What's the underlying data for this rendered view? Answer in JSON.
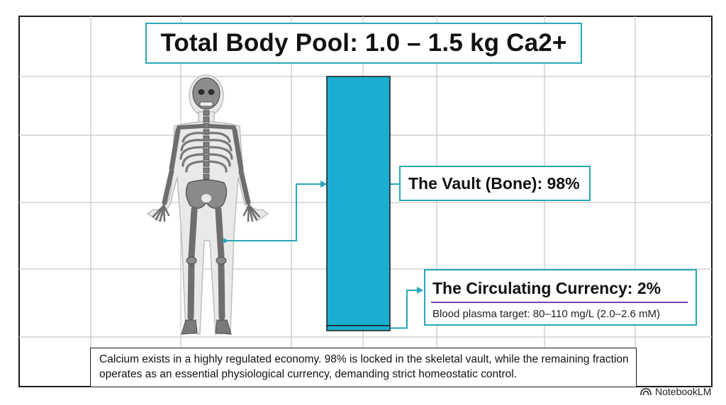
{
  "title": "Total Body Pool: 1.0 – 1.5 kg Ca2+",
  "vault_label": "The Vault (Bone): 98%",
  "circulating": {
    "label": "The Circulating Currency: 2%",
    "sublabel": "Blood plasma target: 80–110 mg/L (2.0–2.6 mM)"
  },
  "caption": "Calcium exists in a highly regulated economy. 98% is locked in the skeletal vault, while the remaining fraction operates as an essential physiological currency, demanding strict homeostatic control.",
  "brand": "NotebookLM",
  "stacked_bar": {
    "bone_percent": 98,
    "circulating_percent": 2
  },
  "colors": {
    "accent": "#26a8b8",
    "bar_fill": "#1aaed0",
    "divider": "#7b3fb0"
  },
  "icons": [
    "skeleton-figure-icon",
    "notebooklm-logo-icon"
  ]
}
